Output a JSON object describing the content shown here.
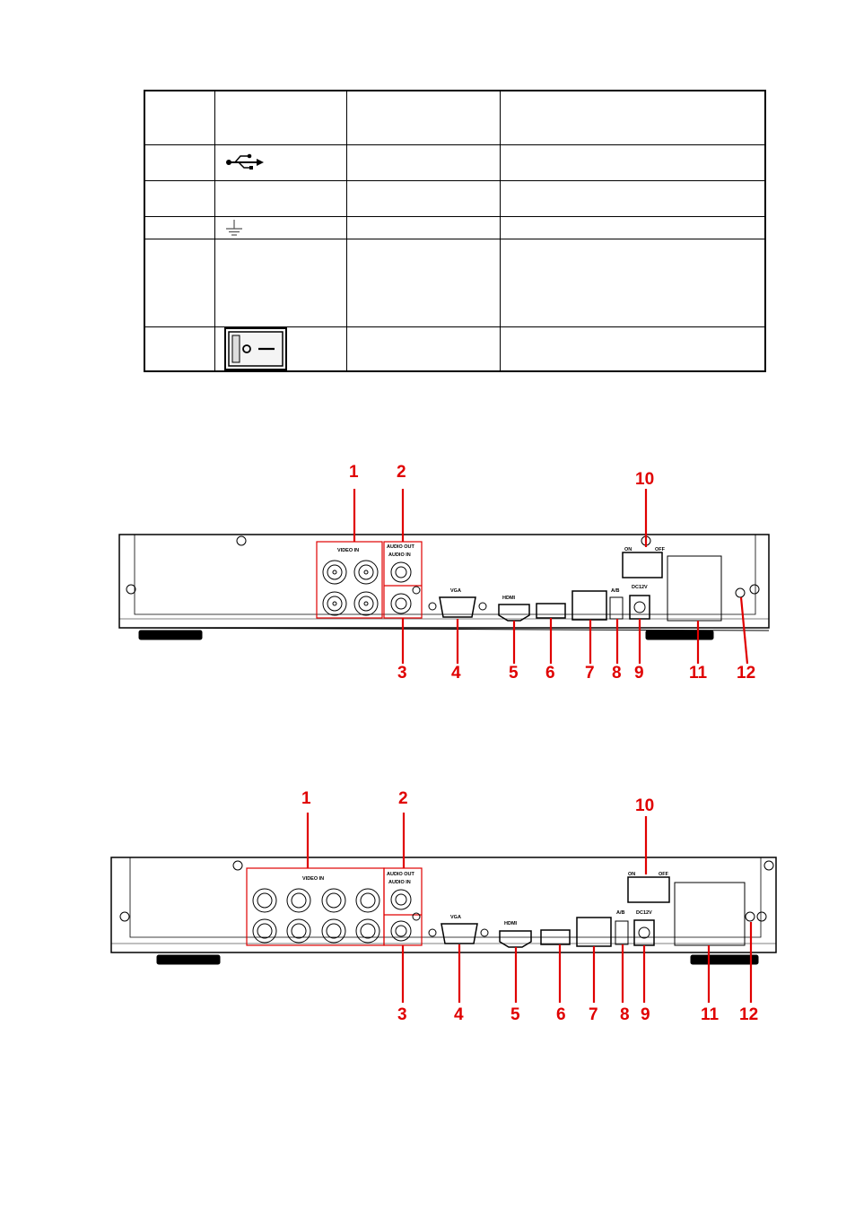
{
  "table": {
    "rows": [
      {
        "icon": ""
      },
      {
        "icon": "usb-icon"
      },
      {
        "icon": ""
      },
      {
        "icon": "ground-icon"
      },
      {
        "icon": ""
      },
      {
        "icon": "power-switch-icon"
      }
    ]
  },
  "diagram4": {
    "callouts": [
      "1",
      "2",
      "3",
      "4",
      "5",
      "6",
      "7",
      "8",
      "9",
      "10",
      "11",
      "12"
    ],
    "video_in": "VIDEO IN",
    "audio_out": "AUDIO OUT",
    "audio_in": "AUDIO IN",
    "vga": "VGA",
    "hdmi": "HDMI",
    "ab": "A/B",
    "dc": "DC12V",
    "on": "ON",
    "off": "OFF"
  },
  "diagram8": {
    "callouts": [
      "1",
      "2",
      "3",
      "4",
      "5",
      "6",
      "7",
      "8",
      "9",
      "10",
      "11",
      "12"
    ],
    "video_in": "VIDEO IN",
    "audio_out": "AUDIO OUT",
    "audio_in": "AUDIO IN",
    "vga": "VGA",
    "hdmi": "HDMI",
    "ab": "A/B",
    "dc": "DC12V",
    "on": "ON",
    "off": "OFF"
  },
  "colors": {
    "callout": "#e00000"
  }
}
